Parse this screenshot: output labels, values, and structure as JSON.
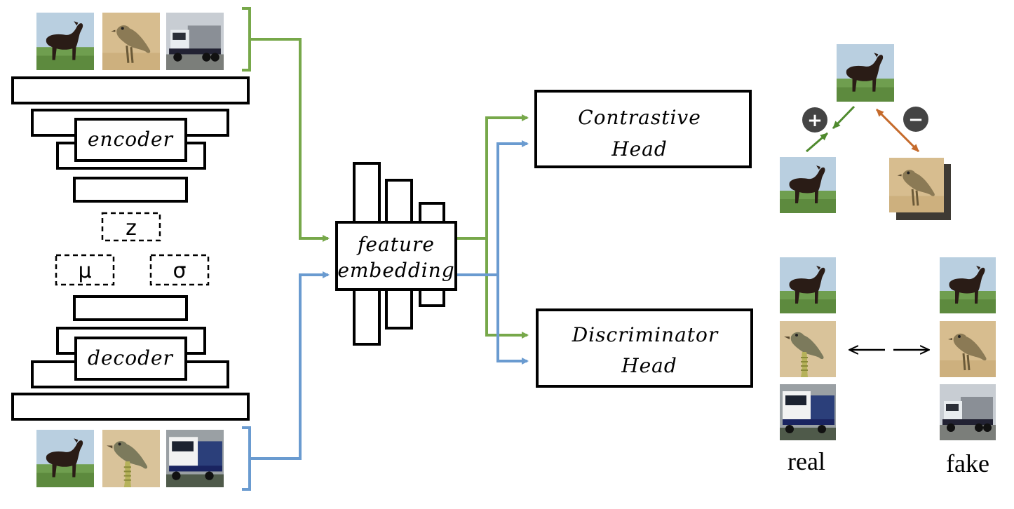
{
  "labels": {
    "encoder": "encoder",
    "decoder": "decoder",
    "z": "z",
    "mu": "μ",
    "sigma": "σ",
    "feature_line1": "feature",
    "feature_line2": "embedding",
    "contrastive_line1": "Contrastive",
    "contrastive_line2": "Head",
    "discriminator_line1": "Discriminator",
    "discriminator_line2": "Head",
    "real": "real",
    "fake": "fake",
    "plus": "+",
    "minus": "−"
  },
  "colors": {
    "green": "#77a84a",
    "blue": "#6a9bd0",
    "orange": "#c56a2b",
    "black": "#000000",
    "badge": "#444444"
  },
  "icons": {
    "horse": "horse-thumbnail",
    "bird": "bird-thumbnail",
    "truck": "truck-thumbnail",
    "plus": "plus-badge-icon",
    "minus": "minus-badge-icon"
  }
}
